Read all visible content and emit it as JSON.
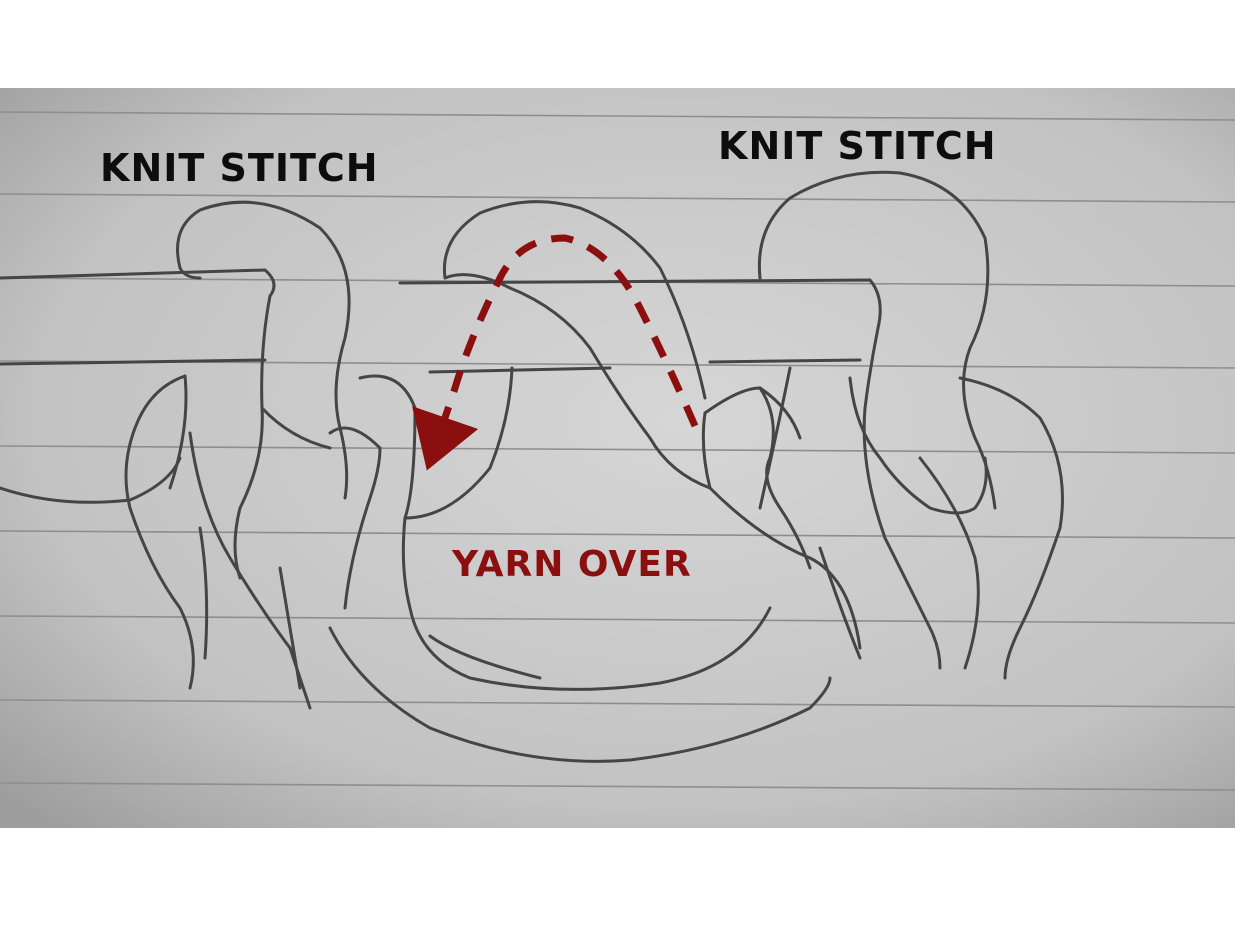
{
  "labels": {
    "knit_left": "KNIT STITCH",
    "knit_right": "KNIT STITCH",
    "yarn_over": "YARN OVER"
  },
  "colors": {
    "paper": "#cfcfcf",
    "rule_line": "#8e8e8e",
    "yarn": "#4a4a4a",
    "accent": "#8b0f0f",
    "label_text": "#0d0d0d"
  }
}
